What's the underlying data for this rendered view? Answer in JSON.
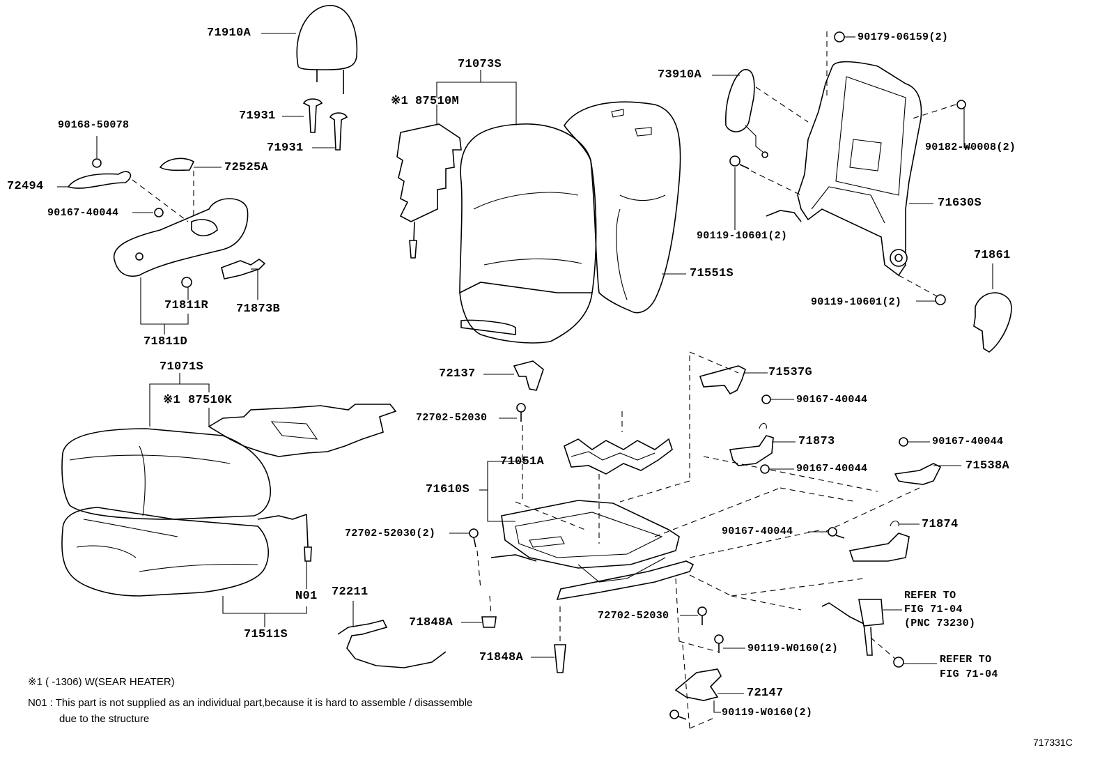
{
  "parts": {
    "p71910A": "71910A",
    "p71931a": "71931",
    "p71931b": "71931",
    "p90168_50078": "90168-50078",
    "p72525A": "72525A",
    "p72494": "72494",
    "p90167_40044_a": "90167-40044",
    "p71811R": "71811R",
    "p71873B": "71873B",
    "p71811D": "71811D",
    "p71073S": "71073S",
    "p87510M": "87510M",
    "mark1a": "※1",
    "p71551S": "71551S",
    "p73910A": "73910A",
    "p90179_06159": "90179-06159(2)",
    "p90182_W0008": "90182-W0008(2)",
    "p71630S": "71630S",
    "p90119_10601_a": "90119-10601(2)",
    "p71861": "71861",
    "p90119_10601_b": "90119-10601(2)",
    "p71071S": "71071S",
    "mark1b": "※1",
    "p87510K": "87510K",
    "pN01": "N01",
    "p71511S": "71511S",
    "p72137": "72137",
    "p72702_52030_a": "72702-52030",
    "p71051A": "71051A",
    "p71610S": "71610S",
    "p72702_52030_2": "72702-52030(2)",
    "p72211": "72211",
    "p71848A_a": "71848A",
    "p71848A_b": "71848A",
    "p72702_52030_b": "72702-52030",
    "p71537G": "71537G",
    "p90167_40044_b": "90167-40044",
    "p71873": "71873",
    "p90167_40044_c": "90167-40044",
    "p90167_40044_d": "90167-40044",
    "p71538A": "71538A",
    "p90167_40044_e": "90167-40044",
    "p71874": "71874",
    "refer1_l1": "REFER TO",
    "refer1_l2": "FIG 71-04",
    "refer1_l3": "(PNC 73230)",
    "p90119_W0160_a": "90119-W0160(2)",
    "refer2_l1": "REFER TO",
    "refer2_l2": "FIG 71-04",
    "p72147": "72147",
    "p90119_W0160_b": "90119-W0160(2)"
  },
  "notes": {
    "note1": "※1 (      -1306) W(SEAR HEATER)",
    "note2_l1": "N01 : This part is not supplied as an individual part,because it is hard to assemble / disassemble",
    "note2_l2": "due to the structure",
    "figure_code": "717331C"
  }
}
